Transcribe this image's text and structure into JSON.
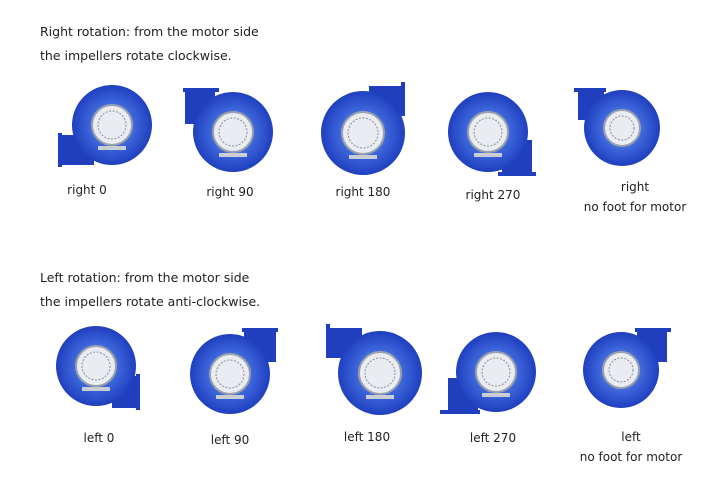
{
  "right_section": {
    "heading_line1": "Right rotation: from the motor side",
    "heading_line2": "the impellers rotate clockwise."
  },
  "left_section": {
    "heading_line1": "Left rotation: from the motor side",
    "heading_line2": "the impellers rotate anti-clockwise."
  },
  "right_items": [
    {
      "label": "right 0",
      "outlet_icon": "outlet-bottom-left",
      "foot": true
    },
    {
      "label": "right 90",
      "outlet_icon": "outlet-top-left",
      "foot": true
    },
    {
      "label": "right 180",
      "outlet_icon": "outlet-top-right",
      "foot": true
    },
    {
      "label": "right 270",
      "outlet_icon": "outlet-bottom-right",
      "foot": true
    },
    {
      "label": "right",
      "sublabel": "no foot for motor",
      "outlet_icon": "outlet-top-left",
      "foot": false
    }
  ],
  "left_items": [
    {
      "label": "left 0",
      "outlet_icon": "outlet-bottom-right",
      "foot": true
    },
    {
      "label": "left 90",
      "outlet_icon": "outlet-top-right",
      "foot": true
    },
    {
      "label": "left 180",
      "outlet_icon": "outlet-top-left",
      "foot": true
    },
    {
      "label": "left 270",
      "outlet_icon": "outlet-bottom-left",
      "foot": true
    },
    {
      "label": "left",
      "sublabel": "no foot for motor",
      "outlet_icon": "outlet-top-right",
      "foot": false
    }
  ],
  "colors": {
    "housing_blue": "#1f3fbf",
    "housing_light": "#5f86e8",
    "motor_grey": "#c9cdd4",
    "text": "#222222"
  }
}
